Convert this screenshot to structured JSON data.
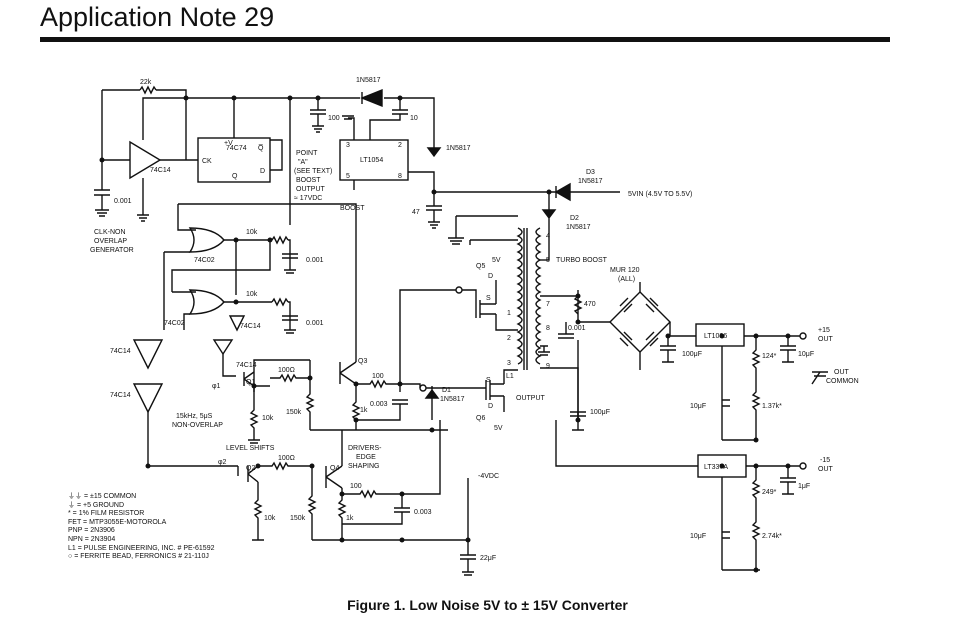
{
  "header": {
    "title": "Application Note 29"
  },
  "figure": {
    "caption": "Figure 1. Low Noise 5V to ± 15V Converter"
  },
  "labels": {
    "r22k": "22k",
    "c0001": "0.001",
    "ic74c14_a": "74C14",
    "ic74c74": "74C74",
    "pin_v": "+V",
    "pin_ck": "CK",
    "pin_qbar": "Q̅",
    "pin_q": "Q",
    "pin_d": "D",
    "point_a_1": "POINT",
    "point_a_2": "\"A\"",
    "point_a_3": "(SEE TEXT)",
    "boost_out_1": "BOOST",
    "boost_out_2": "OUTPUT",
    "boost_out_3": "≈ 17VDC",
    "c100": "100",
    "d1n5817_top": "1N5817",
    "c10": "10",
    "lt1054": "LT1054",
    "pin3": "3",
    "pin2": "2",
    "pin5": "5",
    "pin8": "8",
    "boost": "BOOST",
    "d1n5817_right": "1N5817",
    "c47": "47",
    "d3": "D3",
    "d3_part": "1N5817",
    "vin": "5VIN (4.5V TO 5.5V)",
    "d2": "D2",
    "d2_part": "1N5817",
    "turbo": "TURBO BOOST",
    "clk_1": "CLK-NON",
    "clk_2": "OVERLAP",
    "clk_3": "GENERATOR",
    "r10k_a": "10k",
    "c0001_a": "0.001",
    "ic74c02_a": "74C02",
    "r10k_b": "10k",
    "c0001_b": "0.001",
    "ic74c02_b": "74C02",
    "ic74c14_b": "74C14",
    "ic74c14_c": "74C14",
    "ic74c14_d": "74C14",
    "ic74c14_e": "74C14",
    "phi1": "φ1",
    "q1": "Q1",
    "r100a": "100Ω",
    "q3": "Q3",
    "r100b": "100",
    "c0003a": "0.003",
    "r1k_a": "1k",
    "r10k_c": "10k",
    "r150k_a": "150k",
    "freq_1": "15kHz, 5μS",
    "freq_2": "NON-OVERLAP",
    "level": "LEVEL SHIFTS",
    "phi2": "φ2",
    "q2": "Q2",
    "r100c": "100Ω",
    "q4": "Q4",
    "drv_1": "DRIVERS-",
    "drv_2": "EDGE",
    "drv_3": "SHAPING",
    "r100d": "100",
    "c0003b": "0.003",
    "r1k_b": "1k",
    "r10k_d": "10k",
    "r150k_b": "150k",
    "m4v": "-4VDC",
    "c22": "22μF",
    "q5": "Q5",
    "q5v": "5V",
    "s_top": "S",
    "d_top": "D",
    "q6": "Q6",
    "q6v": "5V",
    "s_bot": "S",
    "d_bot": "D",
    "d1": "D1",
    "d1_part": "1N5817",
    "l1": "L1",
    "output": "OUTPUT",
    "n1": "1",
    "n2": "2",
    "n3": "3",
    "n4": "4",
    "n5": "5",
    "n7": "7",
    "n8": "8",
    "n9": "9",
    "r470": "470",
    "c0001_c": "0.001",
    "mur_1": "MUR 120",
    "mur_2": "(ALL)",
    "c100uf_a": "100μF",
    "c100uf_b": "100μF",
    "lt1086": "LT1086",
    "r124": "124*",
    "r137k": "1.37k*",
    "c10uf_a": "10μF",
    "c10uf_b": "10μF",
    "out_p15_1": "+15",
    "out_p15_2": "OUT",
    "out_common_1": "OUT",
    "out_common_2": "COMMON",
    "lt337a": "LT337A",
    "r249": "249*",
    "r274k": "2.74k*",
    "c1uf": "1μF",
    "c10uf_c": "10μF",
    "out_m15_1": "-15",
    "out_m15_2": "OUT"
  },
  "legend": {
    "l1": "= ±15 COMMON",
    "l2": "= +5 GROUND",
    "l3": "* = 1% FILM RESISTOR",
    "l4": "FET = MTP3055E-MOTOROLA",
    "l5": "PNP = 2N3906",
    "l6": "NPN = 2N3904",
    "l7": "L1 = PULSE ENGINEERING, INC. # PE-61592",
    "l8": "= FERRITE BEAD, FERRONICS # 21-110J"
  }
}
